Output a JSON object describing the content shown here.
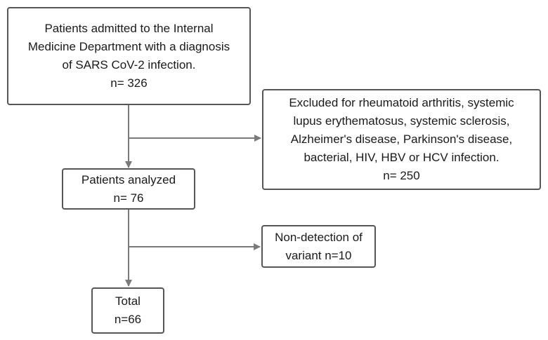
{
  "boxes": {
    "admitted": {
      "lines": [
        "Patients admitted to the Internal",
        "Medicine Department with a diagnosis",
        "of SARS CoV-2 infection.",
        "n= 326"
      ]
    },
    "excluded": {
      "lines": [
        "Excluded for rheumatoid arthritis, systemic",
        "lupus erythematosus, systemic sclerosis,",
        "Alzheimer's disease, Parkinson's disease,",
        "bacterial, HIV, HBV or HCV infection.",
        "n= 250"
      ]
    },
    "analyzed": {
      "lines": [
        "Patients analyzed",
        "n= 76"
      ]
    },
    "nondetection": {
      "lines": [
        "Non-detection of",
        "variant n=10"
      ]
    },
    "total": {
      "lines": [
        "Total",
        "n=66"
      ]
    }
  },
  "colors": {
    "border": "#555555",
    "connector": "#7a7a7a"
  }
}
